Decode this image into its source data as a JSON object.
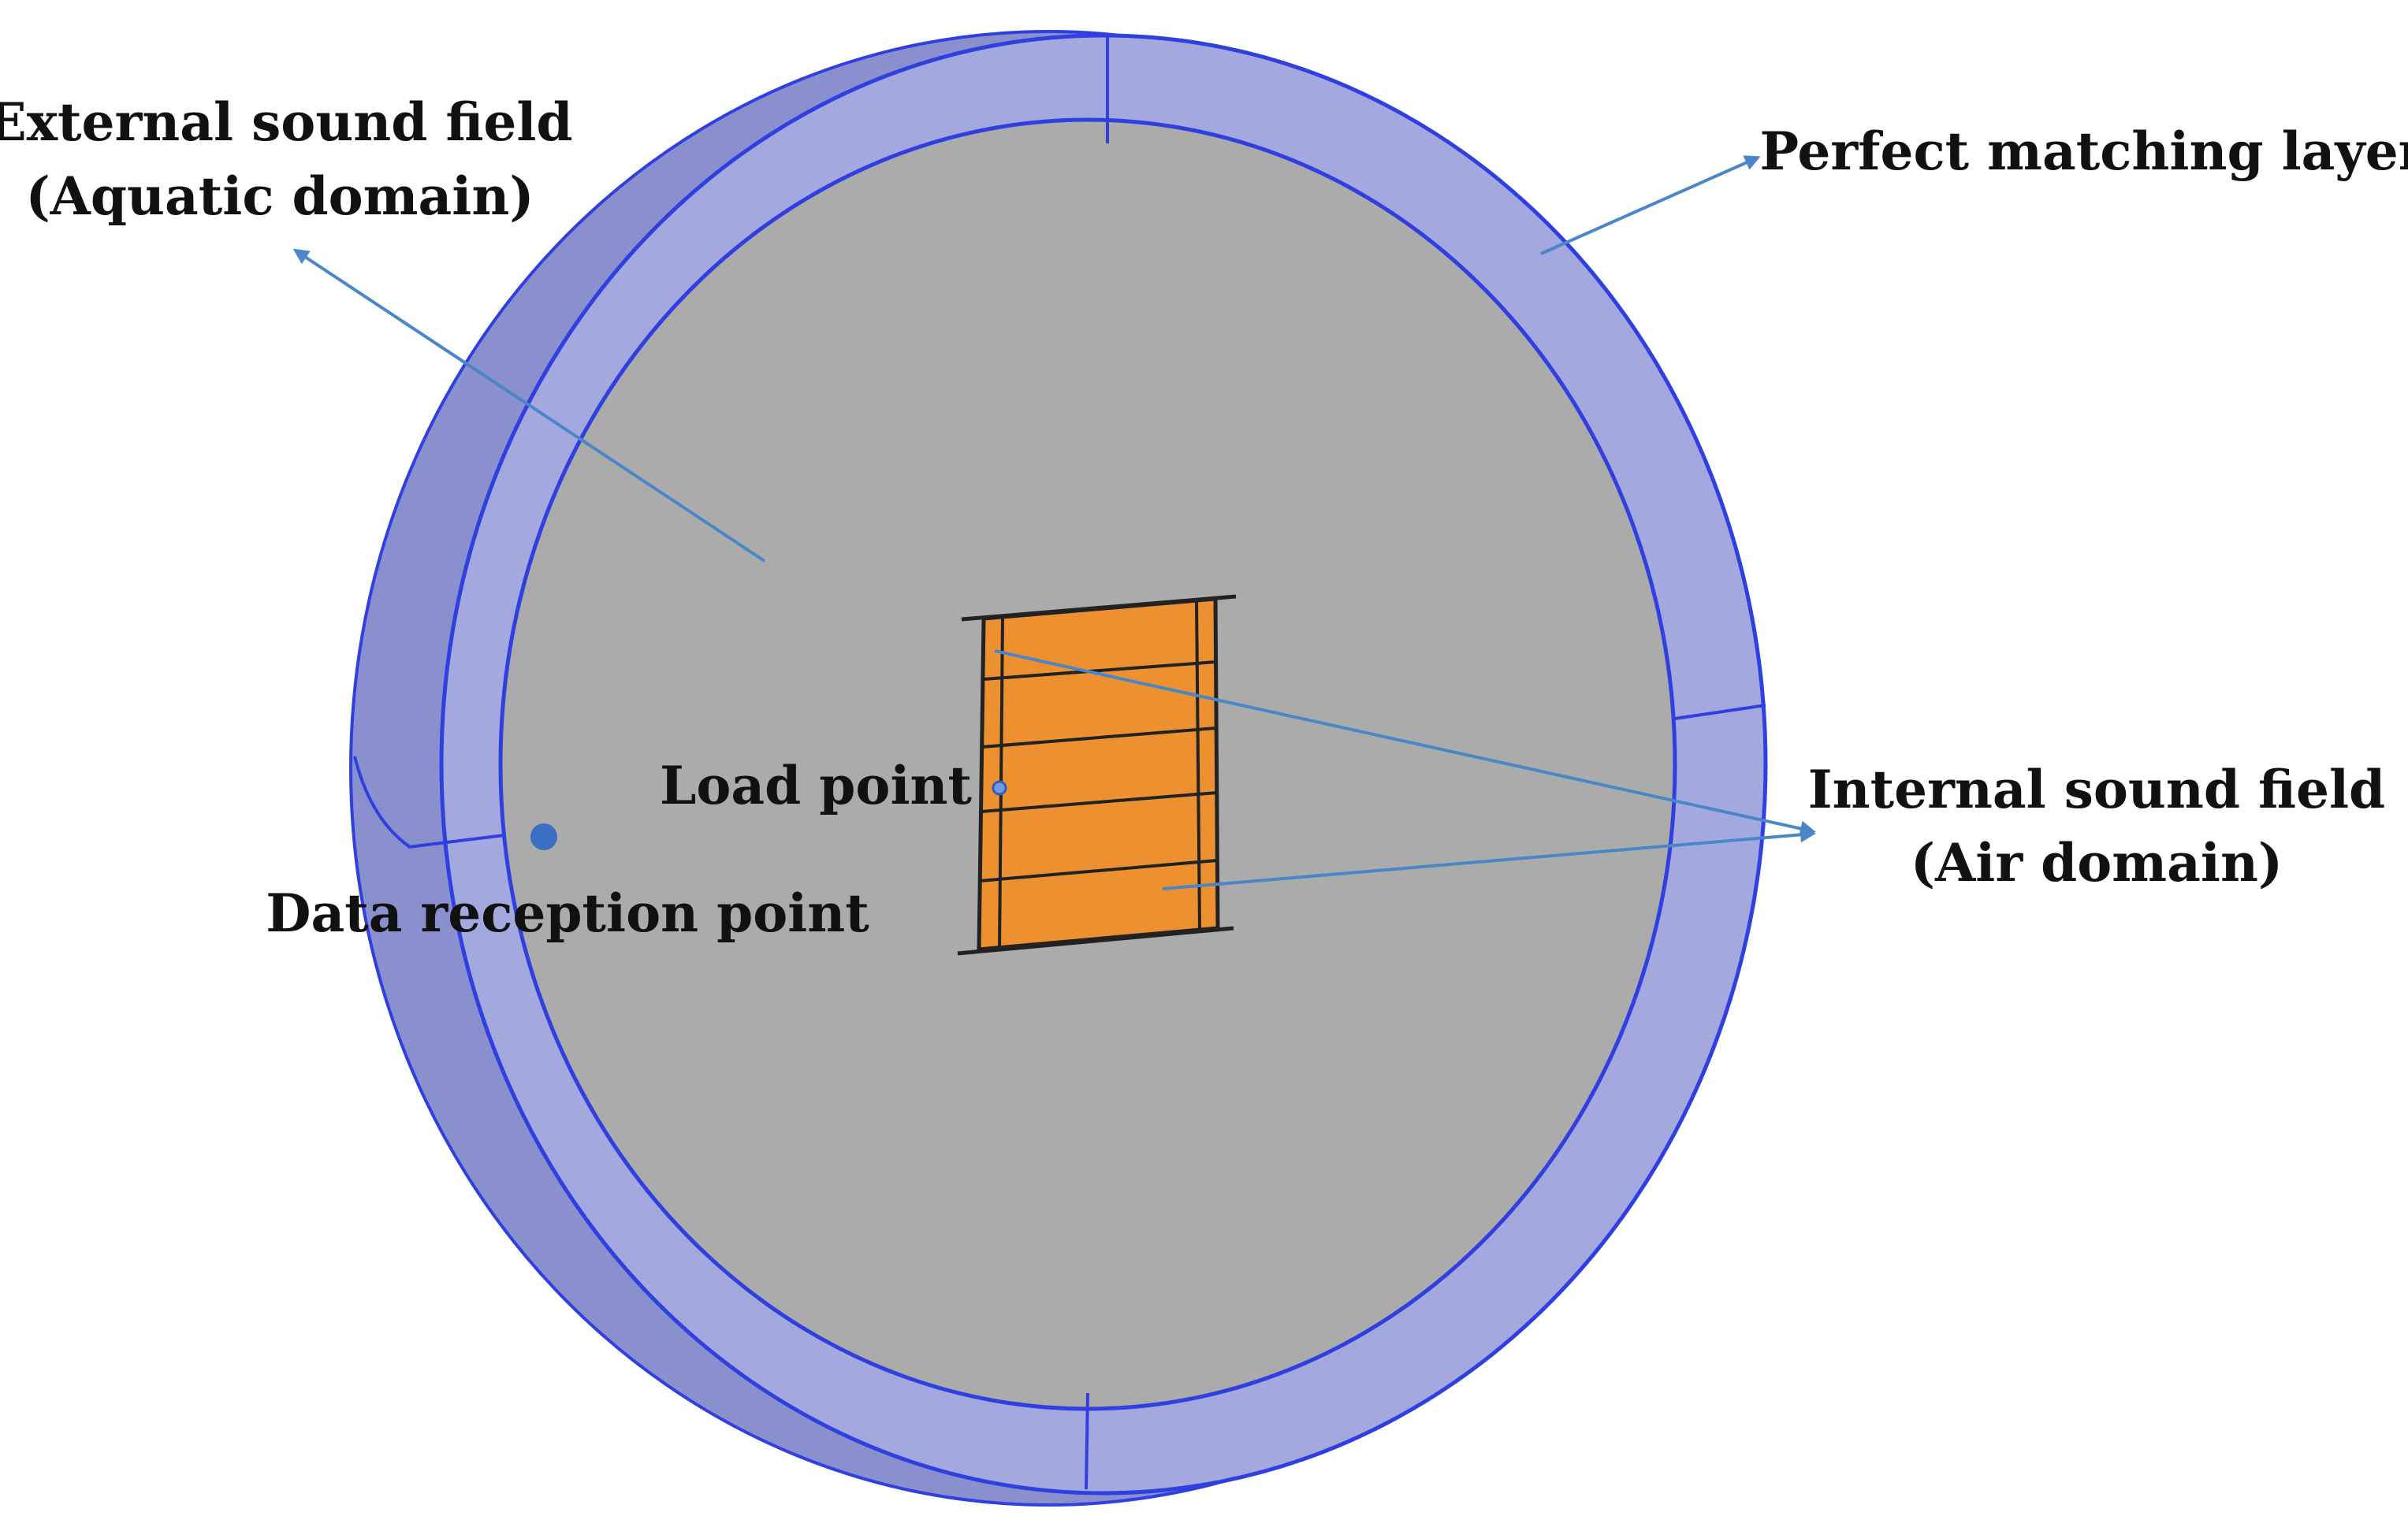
{
  "labels": {
    "external_line1": "External sound field",
    "external_line2": "(Aquatic domain)",
    "pml": "Perfect matching layer",
    "internal_line1": "Internal sound field",
    "internal_line2": "(Air domain)",
    "load_point": "Load point",
    "data_reception_point": "Data reception point"
  },
  "colors": {
    "pml_fill": "#a3a8de",
    "pml_shadow": "#8a8fce",
    "edge_blue": "#2f3fe0",
    "gray_domain": "#ababab",
    "air_domain": "#ec9030",
    "arrow": "#4a86c8",
    "point_marker": "#3a6fc4",
    "text": "#111111"
  }
}
